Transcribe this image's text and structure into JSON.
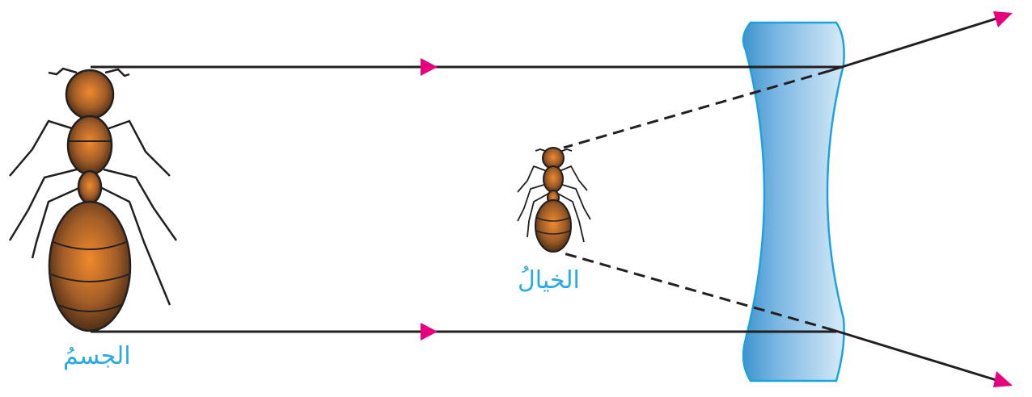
{
  "labels": {
    "object": "الجسمُ",
    "image": "الخيالُ"
  },
  "colors": {
    "label": "#29abe2",
    "arrow": "#e6007e",
    "ray": "#231f20",
    "lens_light": "#cfe6f6",
    "lens_dark": "#3f94cf",
    "lens_edge": "#1aa3e0",
    "ant_body": "#b06a2e",
    "ant_dark": "#3b2412",
    "ant_highlight": "#f08a2c"
  },
  "icons": {
    "object": "ant-icon",
    "image": "ant-icon",
    "lens": "concave-lens",
    "arrow": "triangle-arrowhead"
  }
}
